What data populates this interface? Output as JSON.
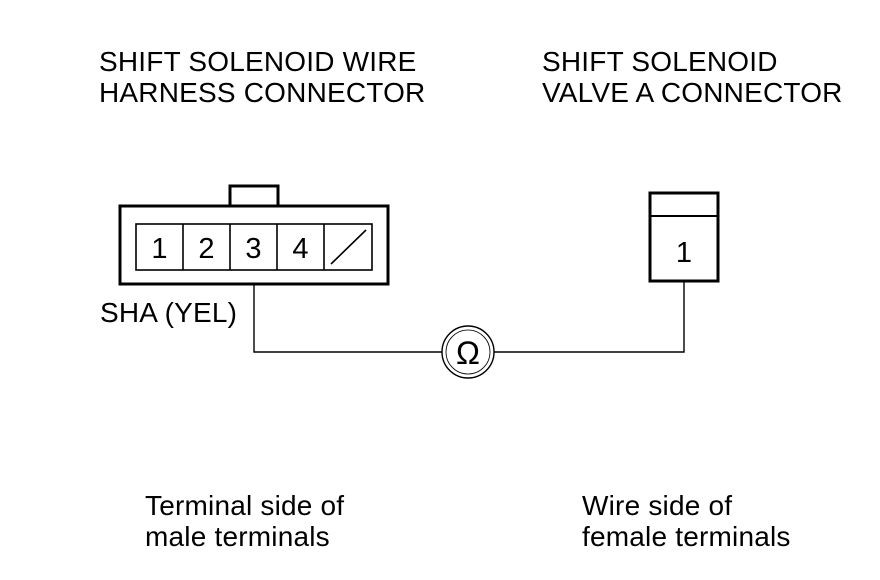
{
  "left_connector": {
    "title_line1": "SHIFT SOLENOID WIRE",
    "title_line2": "HARNESS CONNECTOR",
    "terminals": [
      "1",
      "2",
      "3",
      "4"
    ],
    "wire_label": "SHA (YEL)",
    "caption_line1": "Terminal side of",
    "caption_line2": "male terminals"
  },
  "right_connector": {
    "title_line1": "SHIFT SOLENOID",
    "title_line2": "VALVE A CONNECTOR",
    "terminal": "1",
    "caption_line1": "Wire side of",
    "caption_line2": "female terminals"
  },
  "meter": {
    "symbol": "Ω",
    "icon": "ohmmeter-icon"
  }
}
